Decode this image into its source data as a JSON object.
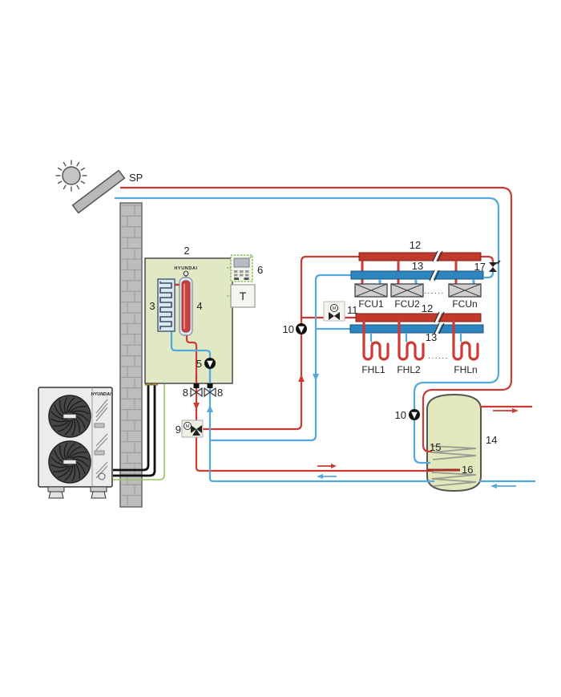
{
  "diagram_labels": {
    "solar_panel": "SP",
    "indoor_unit_number": "2",
    "indoor_logo": "HYUNDAI",
    "heat_exchanger": "3",
    "backup_heater": "4",
    "pump_indoor": "5",
    "controller": "6",
    "thermostat": "T",
    "shutoff_valve_left": "8",
    "shutoff_valve_right": "8",
    "three_way_valve": "9",
    "pump_space_heating": "10",
    "pump_solar": "10",
    "motorized_valve": "11",
    "supply_header_fcu": "12",
    "return_header_fcu": "13",
    "supply_header_fhl": "12",
    "return_header_fhl": "13",
    "dhw_tank": "14",
    "coil_label_upper": "15",
    "coil_label_lower": "16",
    "bypass_valve": "17",
    "motor_letter": "M",
    "fcu_dots": "......",
    "fhl_dots": "......"
  },
  "outdoor_unit": {
    "logo": "HYUNDAI"
  },
  "fcu_units": [
    "FCU1",
    "FCU2",
    "FCUn"
  ],
  "fhl_loops": [
    "FHL1",
    "FHL2",
    "FHLn"
  ],
  "colors": {
    "pipe_hot": "#cc3b33",
    "pipe_cold": "#55a8dc",
    "header_hot": "#c0392b",
    "header_cold": "#2e86c1",
    "indoor_box_fill": "#e0e8c4",
    "tank_fill": "#e3e8bc",
    "controller_green": "#7cb342",
    "brand_blue": "#1a5fa8",
    "refrigerant_black": "#111111",
    "wire_green": "#94c65e",
    "metal_gray": "#bdbdbd"
  }
}
